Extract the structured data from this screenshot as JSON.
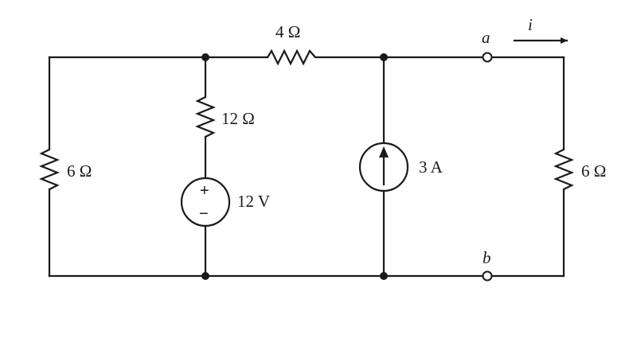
{
  "components": {
    "r_left": "6 Ω",
    "r_top": "4 Ω",
    "r_branch": "12 Ω",
    "v_source": "12 V",
    "v_plus": "+",
    "v_minus": "−",
    "i_source": "3 A",
    "r_right": "6 Ω"
  },
  "terminals": {
    "a": "a",
    "b": "b"
  },
  "current": {
    "label": "i"
  }
}
